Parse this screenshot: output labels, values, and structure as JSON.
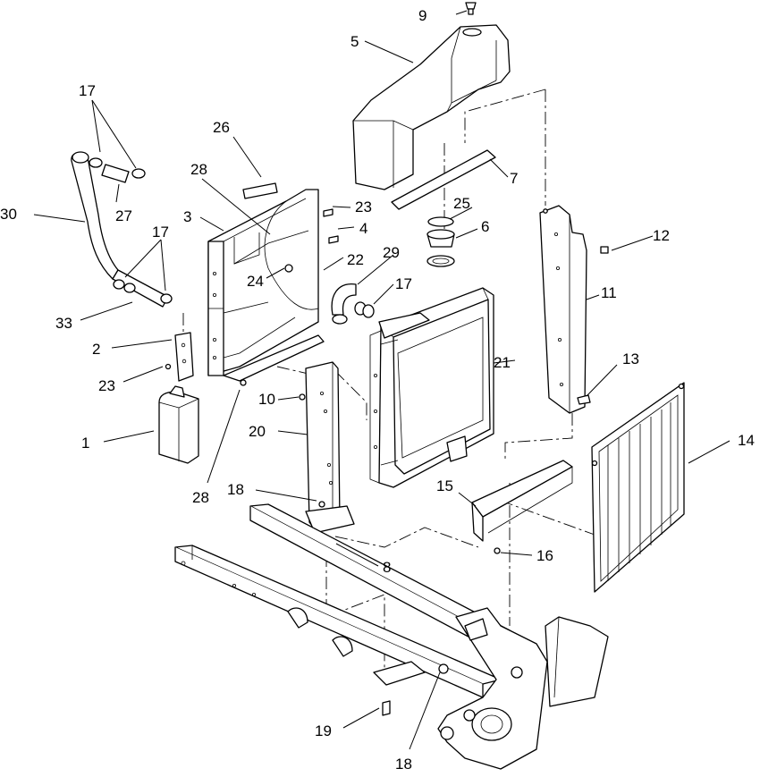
{
  "callouts": [
    {
      "id": "c1",
      "text": "1"
    },
    {
      "id": "c2",
      "text": "2"
    },
    {
      "id": "c3",
      "text": "3"
    },
    {
      "id": "c4",
      "text": "4"
    },
    {
      "id": "c5",
      "text": "5"
    },
    {
      "id": "c6",
      "text": "6"
    },
    {
      "id": "c7",
      "text": "7"
    },
    {
      "id": "c8",
      "text": "8"
    },
    {
      "id": "c9",
      "text": "9"
    },
    {
      "id": "c10",
      "text": "10"
    },
    {
      "id": "c11",
      "text": "11"
    },
    {
      "id": "c12",
      "text": "12"
    },
    {
      "id": "c13",
      "text": "13"
    },
    {
      "id": "c14",
      "text": "14"
    },
    {
      "id": "c15",
      "text": "15"
    },
    {
      "id": "c16",
      "text": "16"
    },
    {
      "id": "c17a",
      "text": "17"
    },
    {
      "id": "c17b",
      "text": "17"
    },
    {
      "id": "c17c",
      "text": "17"
    },
    {
      "id": "c18a",
      "text": "18"
    },
    {
      "id": "c18b",
      "text": "18"
    },
    {
      "id": "c19",
      "text": "19"
    },
    {
      "id": "c20",
      "text": "20"
    },
    {
      "id": "c21",
      "text": "21"
    },
    {
      "id": "c22",
      "text": "22"
    },
    {
      "id": "c23a",
      "text": "23"
    },
    {
      "id": "c23b",
      "text": "23"
    },
    {
      "id": "c24",
      "text": "24"
    },
    {
      "id": "c25",
      "text": "25"
    },
    {
      "id": "c26",
      "text": "26"
    },
    {
      "id": "c27",
      "text": "27"
    },
    {
      "id": "c28a",
      "text": "28"
    },
    {
      "id": "c28b",
      "text": "28"
    },
    {
      "id": "c29",
      "text": "29"
    },
    {
      "id": "c30",
      "text": "30"
    },
    {
      "id": "c33",
      "text": "33"
    }
  ]
}
